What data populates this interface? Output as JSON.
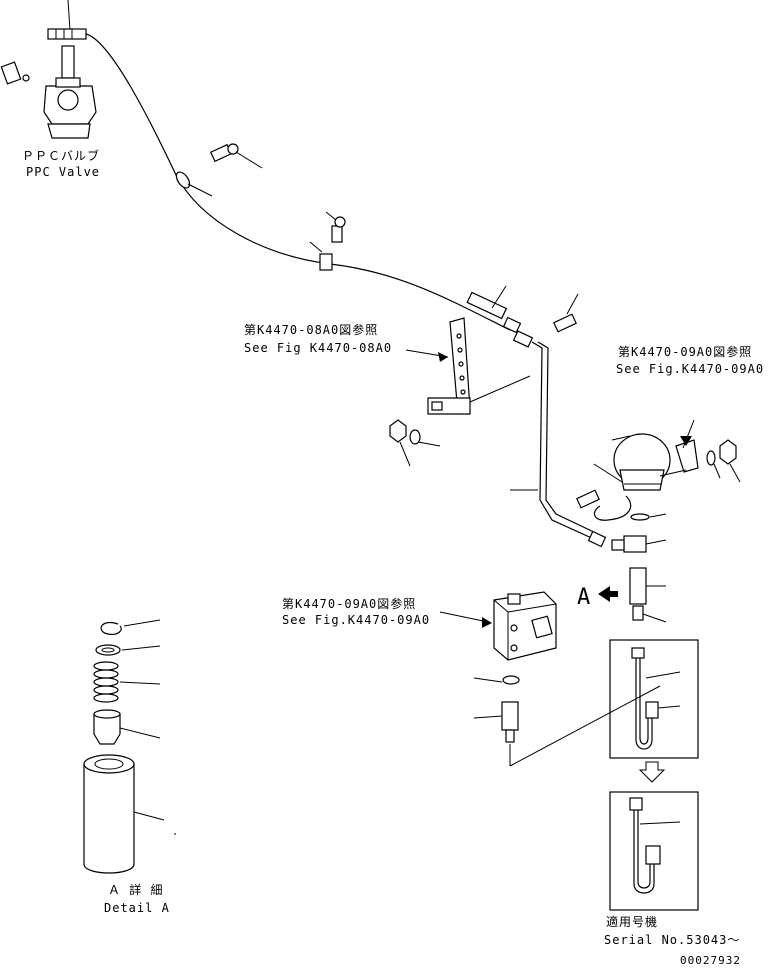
{
  "labels": {
    "ppc_valve_jp": "ＰＰＣバルブ",
    "ppc_valve_en": "PPC Valve",
    "ref_08a0_jp": "第K4470-08A0図参照",
    "ref_08a0_en": "See Fig K4470-08A0",
    "ref_09a0_upper_jp": "第K4470-09A0図参照",
    "ref_09a0_upper_en": "See Fig.K4470-09A0",
    "ref_09a0_lower_jp": "第K4470-09A0図参照",
    "ref_09a0_lower_en": "See Fig.K4470-09A0",
    "view_a": "A",
    "detail_a_jp": "Ａ 詳 細",
    "detail_a_en": "Detail A",
    "serial_jp": "適用号機",
    "serial_en": "Serial No.53043～",
    "drawing_no": "00027932"
  }
}
